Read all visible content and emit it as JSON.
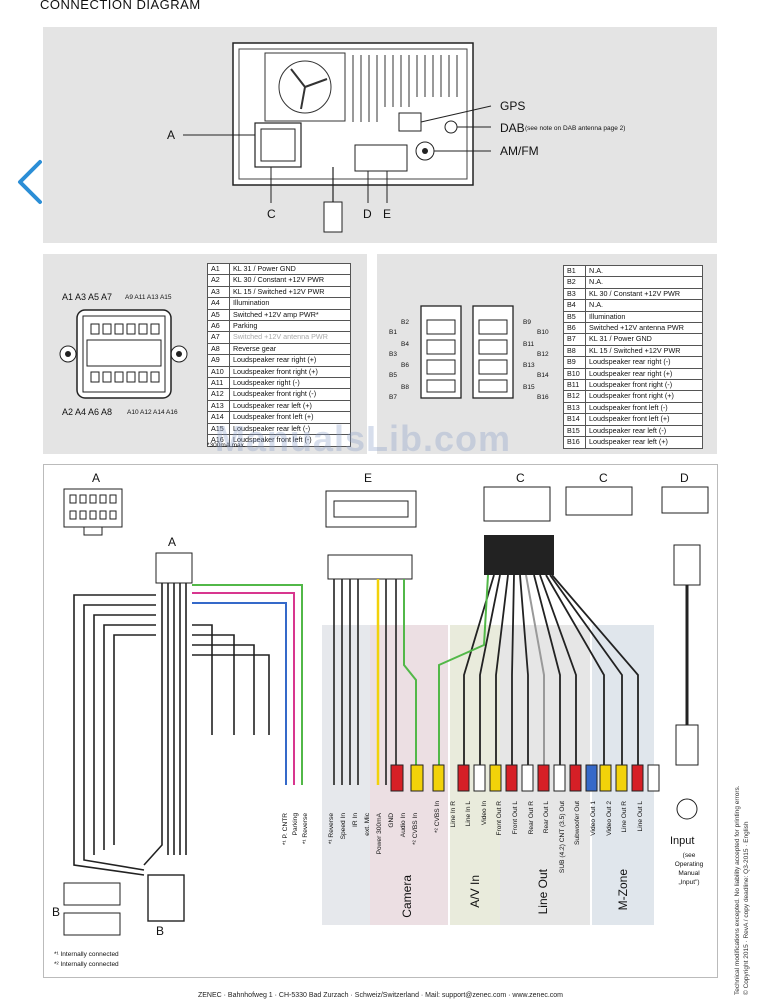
{
  "page": {
    "heading": "CONNECTION DIAGRAM",
    "back_icon": "chevron-left-icon",
    "watermark": "ManualsLib.com",
    "side_note_line1": "Technical modifications excepted. No liability accepted for printing errors.",
    "side_note_line2": "© Copyright 2015 · RevA / copy deadline: Q3-2015 · English",
    "footer": "ZENEC · Bahnhofweg 1 · CH-5330 Bad Zurzach · Schweiz/Switzerland · Mail: support@zenec.com · www.zenec.com"
  },
  "rear_panel": {
    "label_a": "A",
    "label_c": "C",
    "label_d": "D",
    "label_e": "E",
    "gps": "GPS",
    "dab": "DAB",
    "dab_note": "(see note on DAB antenna page 2)",
    "amfm": "AM/FM"
  },
  "connector_a": {
    "top_pins": "A1 A3 A5 A7",
    "top_pins_right": "A9 A11 A13 A15",
    "bottom_pins": "A2 A4 A6 A8",
    "bottom_pins_right": "A10 A12 A14 A16",
    "footnote": "*300mA max.",
    "rows": [
      {
        "pin": "A1",
        "desc": "KL 31 / Power GND"
      },
      {
        "pin": "A2",
        "desc": "KL 30 / Constant +12V PWR"
      },
      {
        "pin": "A3",
        "desc": "KL 15 / Switched +12V PWR"
      },
      {
        "pin": "A4",
        "desc": "Illumination"
      },
      {
        "pin": "A5",
        "desc": "Switched +12V amp PWR*"
      },
      {
        "pin": "A6",
        "desc": "Parking"
      },
      {
        "pin": "A7",
        "desc": "Switched +12V antenna PWR"
      },
      {
        "pin": "A8",
        "desc": "Reverse gear"
      },
      {
        "pin": "A9",
        "desc": "Loudspeaker rear right (+)"
      },
      {
        "pin": "A10",
        "desc": "Loudspeaker front right (+)"
      },
      {
        "pin": "A11",
        "desc": "Loudspeaker right (-)"
      },
      {
        "pin": "A12",
        "desc": "Loudspeaker front right (-)"
      },
      {
        "pin": "A13",
        "desc": "Loudspeaker rear left (+)"
      },
      {
        "pin": "A14",
        "desc": "Loudspeaker front left (+)"
      },
      {
        "pin": "A15",
        "desc": "Loudspeaker rear left (-)"
      },
      {
        "pin": "A16",
        "desc": "Loudspeaker front left (-)"
      }
    ]
  },
  "connector_b": {
    "left_pins": [
      "B2",
      "B1",
      "B4",
      "B3",
      "B6",
      "B5",
      "B8",
      "B7"
    ],
    "right_pins": [
      "B9",
      "B10",
      "B11",
      "B12",
      "B13",
      "B14",
      "B15",
      "B16"
    ],
    "rows": [
      {
        "pin": "B1",
        "desc": "N.A."
      },
      {
        "pin": "B2",
        "desc": "N.A."
      },
      {
        "pin": "B3",
        "desc": "KL 30 / Constant +12V PWR"
      },
      {
        "pin": "B4",
        "desc": "N.A."
      },
      {
        "pin": "B5",
        "desc": "Illumination"
      },
      {
        "pin": "B6",
        "desc": "Switched +12V antenna PWR"
      },
      {
        "pin": "B7",
        "desc": "KL 31 / Power GND"
      },
      {
        "pin": "B8",
        "desc": "KL 15 / Switched +12V PWR"
      },
      {
        "pin": "B9",
        "desc": "Loudspeaker rear right (-)"
      },
      {
        "pin": "B10",
        "desc": "Loudspeaker rear right (+)"
      },
      {
        "pin": "B11",
        "desc": "Loudspeaker front right (-)"
      },
      {
        "pin": "B12",
        "desc": "Loudspeaker front right (+)"
      },
      {
        "pin": "B13",
        "desc": "Loudspeaker front left (-)"
      },
      {
        "pin": "B14",
        "desc": "Loudspeaker front left (+)"
      },
      {
        "pin": "B15",
        "desc": "Loudspeaker rear left (-)"
      },
      {
        "pin": "B16",
        "desc": "Loudspeaker rear left (+)"
      }
    ]
  },
  "harness": {
    "top_a": "A",
    "top_e": "E",
    "top_c1": "C",
    "top_c2": "C",
    "top_d": "D",
    "mid_a": "A",
    "label_b_left": "B",
    "label_b_bottom": "B",
    "a_wires": [
      "*¹ P. CNTR",
      "Parking",
      "*¹ Reverse"
    ],
    "e_wires": [
      "*¹ Reverse",
      "Speed In",
      "IR In",
      "ext. Mic",
      "Power 300mA",
      "GND",
      "Audio In",
      "*² CVBS In"
    ],
    "c_wires": [
      "*² CVBS In",
      "Line In R",
      "Line In L",
      "Video In",
      "Front Out R",
      "Front Out L",
      "Rear Out R",
      "Rear Out L",
      "SUB (4.2) CNT (3.5) Out",
      "Subwoofer Out",
      "Video Out 1",
      "Video Out 2",
      "Line Out R",
      "Line Out L"
    ],
    "groups": {
      "camera": "Camera",
      "av_in": "A/V In",
      "line_out": "Line Out",
      "m_zone": "M-Zone"
    },
    "input_label": "Input",
    "input_note": [
      "(see",
      "Operating",
      "Manual",
      "„Input\")"
    ],
    "footnote1": "*¹ Internally connected",
    "footnote2": "*² Internally connected"
  },
  "colors": {
    "panel": "#e4e4e4",
    "accent_blue": "#2b8ed6",
    "camera_band": "#ecdfe3",
    "av_band": "#e9ebdc",
    "lineout_band": "#e6e6e6",
    "mzone_band": "#e0e6ec",
    "wire_green": "#52b848",
    "wire_pink": "#d8368f",
    "wire_blue": "#3569c9",
    "wire_yellow": "#f2d20a",
    "wire_red": "#d61f26"
  }
}
